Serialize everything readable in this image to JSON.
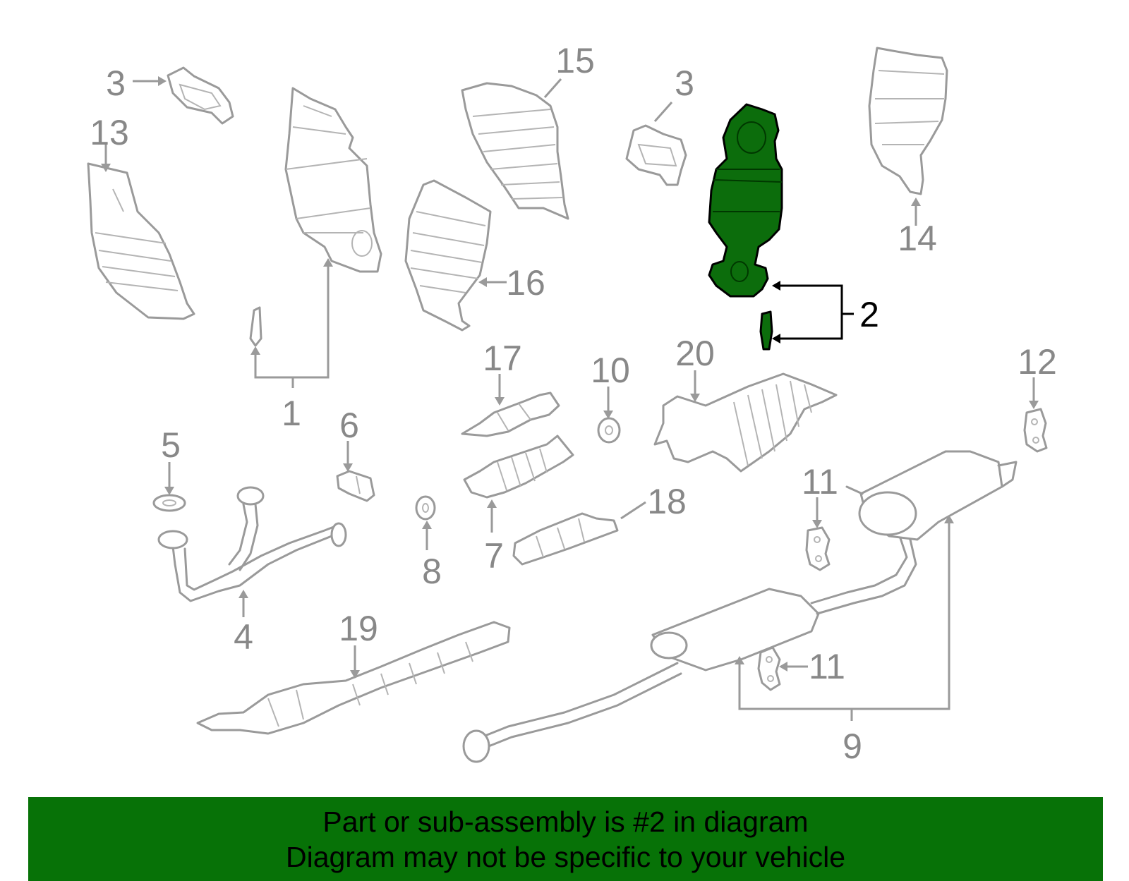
{
  "diagram": {
    "highlight_color": "#0c6d0c",
    "line_color": "#9a9a9a",
    "callouts": {
      "c1": "1",
      "c2": "2",
      "c3a": "3",
      "c3b": "3",
      "c4": "4",
      "c5": "5",
      "c6": "6",
      "c7": "7",
      "c8": "8",
      "c9": "9",
      "c10": "10",
      "c11a": "11",
      "c11b": "11",
      "c12": "12",
      "c13": "13",
      "c14": "14",
      "c15": "15",
      "c16": "16",
      "c17": "17",
      "c18": "18",
      "c19": "19",
      "c20": "20"
    }
  },
  "banner": {
    "background": "#077207",
    "line1": "Part or sub-assembly is #2 in diagram",
    "line2": "Diagram may not be specific to your vehicle"
  }
}
